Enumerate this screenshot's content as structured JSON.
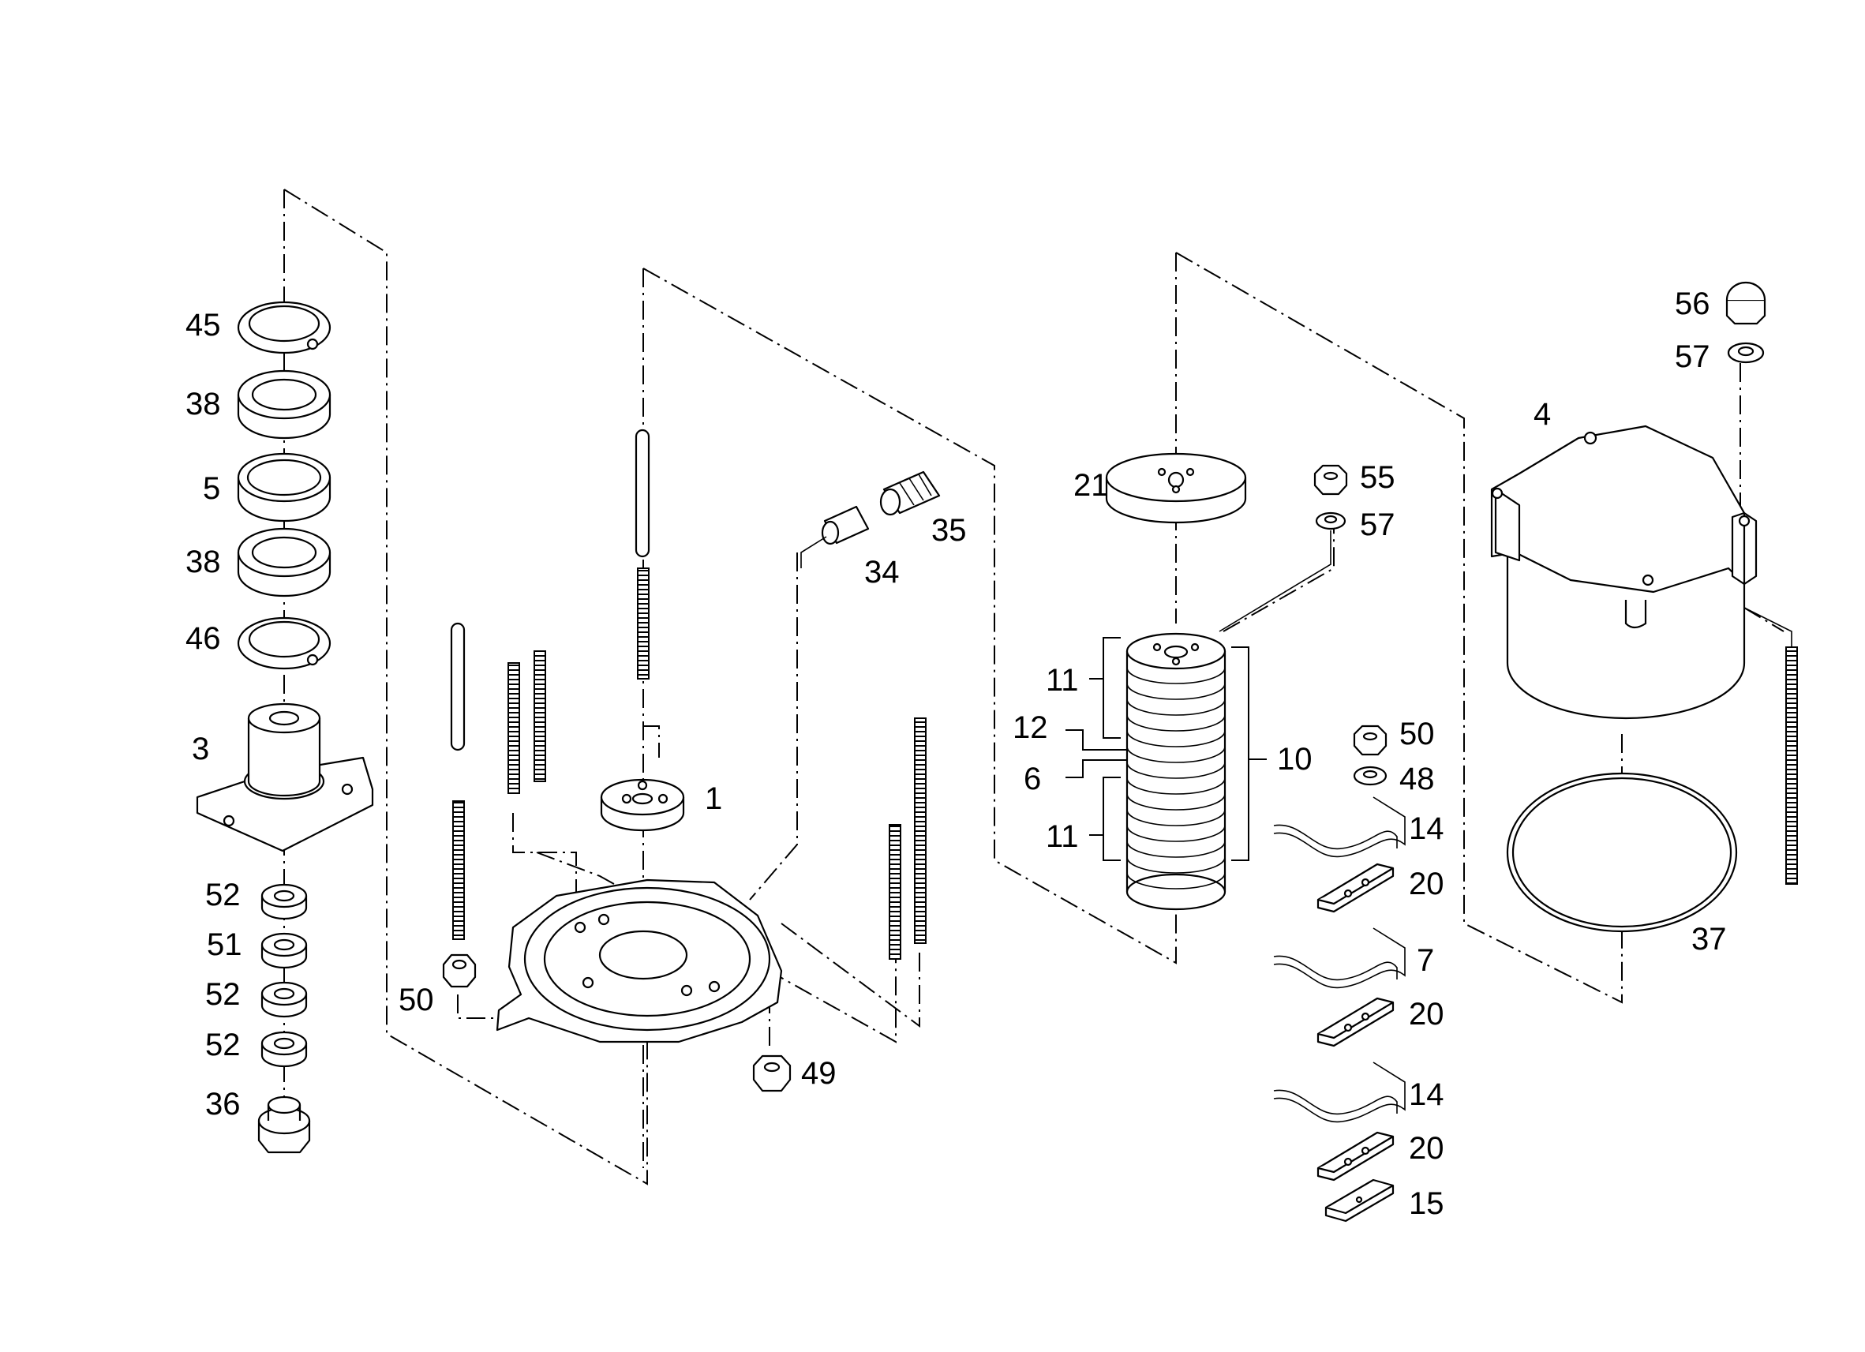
{
  "diagram": {
    "callouts": [
      {
        "id": "c45",
        "text": "45"
      },
      {
        "id": "c38a",
        "text": "38"
      },
      {
        "id": "c5",
        "text": "5"
      },
      {
        "id": "c38b",
        "text": "38"
      },
      {
        "id": "c46",
        "text": "46"
      },
      {
        "id": "c3",
        "text": "3"
      },
      {
        "id": "c52a",
        "text": "52"
      },
      {
        "id": "c51",
        "text": "51"
      },
      {
        "id": "c52b",
        "text": "52"
      },
      {
        "id": "c52c",
        "text": "52"
      },
      {
        "id": "c36",
        "text": "36"
      },
      {
        "id": "c50a",
        "text": "50"
      },
      {
        "id": "c1",
        "text": "1"
      },
      {
        "id": "c34",
        "text": "34"
      },
      {
        "id": "c35",
        "text": "35"
      },
      {
        "id": "c49",
        "text": "49"
      },
      {
        "id": "c21",
        "text": "21"
      },
      {
        "id": "c55",
        "text": "55"
      },
      {
        "id": "c57a",
        "text": "57"
      },
      {
        "id": "c11a",
        "text": "11"
      },
      {
        "id": "c12",
        "text": "12"
      },
      {
        "id": "c6",
        "text": "6"
      },
      {
        "id": "c11b",
        "text": "11"
      },
      {
        "id": "c10",
        "text": "10"
      },
      {
        "id": "c50b",
        "text": "50"
      },
      {
        "id": "c48",
        "text": "48"
      },
      {
        "id": "c14a",
        "text": "14"
      },
      {
        "id": "c20a",
        "text": "20"
      },
      {
        "id": "c7",
        "text": "7"
      },
      {
        "id": "c20b",
        "text": "20"
      },
      {
        "id": "c14b",
        "text": "14"
      },
      {
        "id": "c20c",
        "text": "20"
      },
      {
        "id": "c15",
        "text": "15"
      },
      {
        "id": "c56",
        "text": "56"
      },
      {
        "id": "c57b",
        "text": "57"
      },
      {
        "id": "c4",
        "text": "4"
      },
      {
        "id": "c37",
        "text": "37"
      }
    ]
  }
}
